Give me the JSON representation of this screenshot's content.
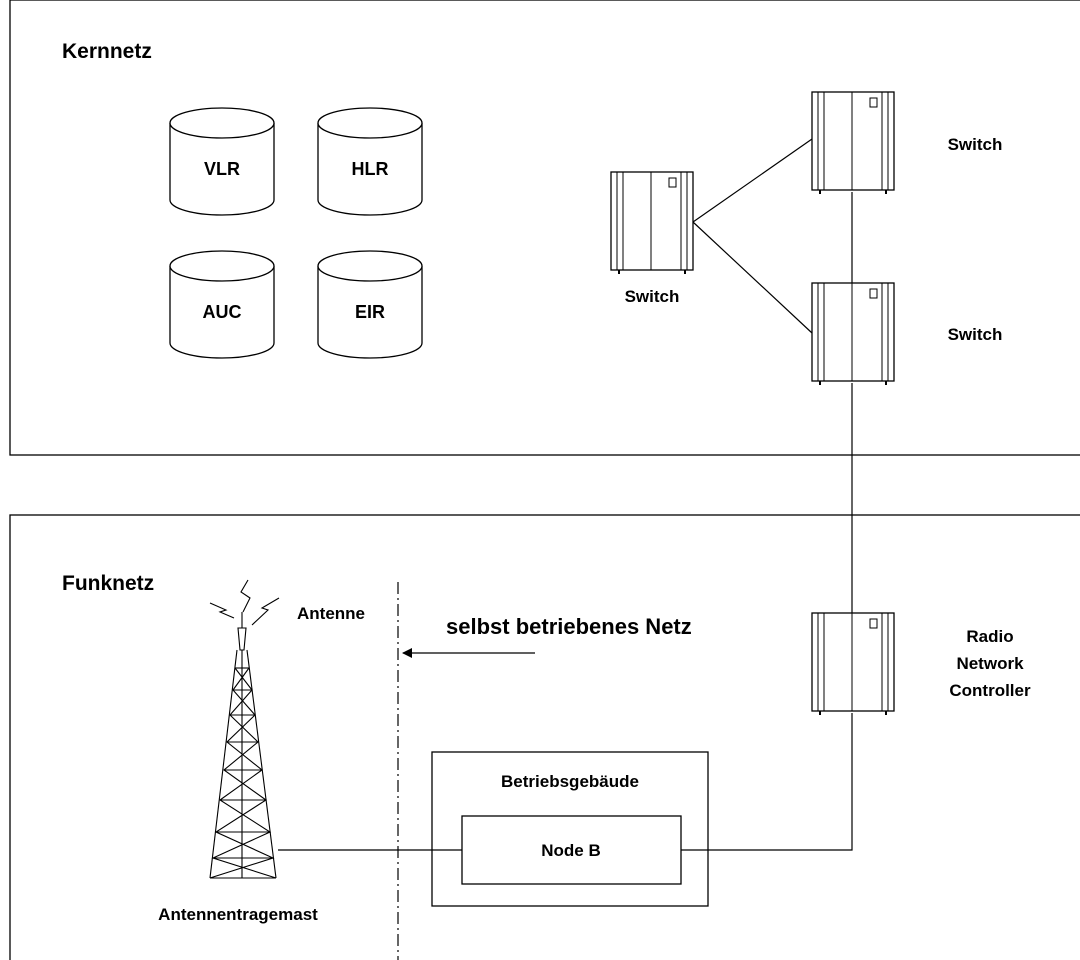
{
  "zones": {
    "core": {
      "title": "Kernnetz"
    },
    "radio": {
      "title": "Funknetz"
    }
  },
  "databases": [
    {
      "id": "vlr",
      "label": "VLR"
    },
    {
      "id": "hlr",
      "label": "HLR"
    },
    {
      "id": "auc",
      "label": "AUC"
    },
    {
      "id": "eir",
      "label": "EIR"
    }
  ],
  "switches": [
    {
      "label": "Switch"
    },
    {
      "label": "Switch"
    },
    {
      "label": "Switch"
    }
  ],
  "rnc": {
    "line1": "Radio",
    "line2": "Network",
    "line3": "Controller"
  },
  "antenna": {
    "label": "Antenne",
    "mast_label": "Antennentragemast"
  },
  "boundary": {
    "label": "selbst betriebenes Netz"
  },
  "building": {
    "title": "Betriebsgebäude",
    "node_label": "Node B"
  },
  "colors": {
    "stroke": "#000000",
    "background": "#ffffff"
  }
}
